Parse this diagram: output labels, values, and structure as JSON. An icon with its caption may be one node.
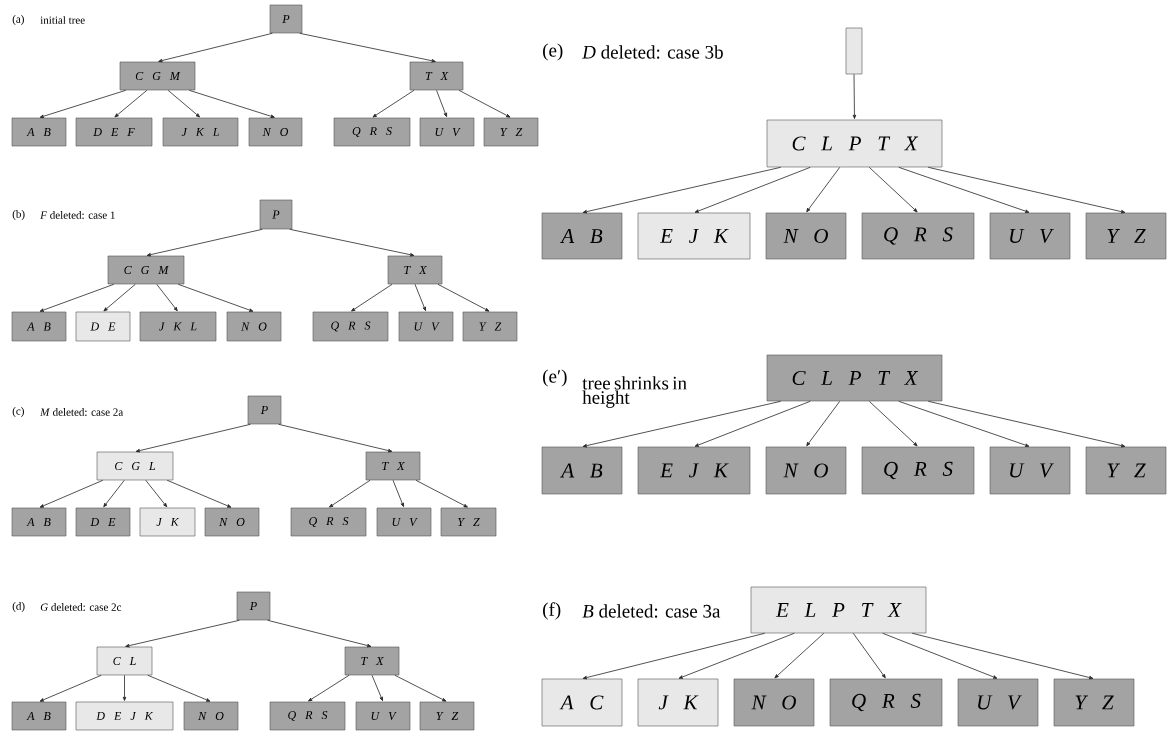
{
  "diagram": {
    "nodes": [
      {
        "text": [
          "P"
        ]
      },
      {
        "text": [
          "C G M"
        ]
      },
      {
        "text": [
          "T X"
        ]
      },
      {
        "text": [
          "A B"
        ]
      },
      {
        "text": [
          "D E F"
        ]
      },
      {
        "text": [
          "J K L"
        ]
      },
      {
        "text": [
          "N O"
        ]
      },
      {
        "text": [
          "Q R S"
        ]
      },
      {
        "text": [
          "U V"
        ]
      },
      {
        "text": [
          "Y Z"
        ]
      },
      {
        "text": [
          "P"
        ]
      },
      {
        "text": [
          "C G M"
        ]
      },
      {
        "text": [
          "T X"
        ]
      },
      {
        "text": [
          "A B"
        ]
      },
      {
        "text": [
          "D E"
        ]
      },
      {
        "text": [
          "J K L"
        ]
      },
      {
        "text": [
          "N O"
        ]
      },
      {
        "text": [
          "Q R S"
        ]
      },
      {
        "text": [
          "U V"
        ]
      },
      {
        "text": [
          "Y Z"
        ]
      },
      {
        "text": [
          "P"
        ]
      },
      {
        "text": [
          "C G L"
        ]
      },
      {
        "text": [
          "T X"
        ]
      },
      {
        "text": [
          "A B"
        ]
      },
      {
        "text": [
          "D E"
        ]
      },
      {
        "text": [
          "J K"
        ]
      },
      {
        "text": [
          "N O"
        ]
      },
      {
        "text": [
          "Q R S"
        ]
      },
      {
        "text": [
          "U V"
        ]
      },
      {
        "text": [
          "Y Z"
        ]
      },
      {
        "text": [
          "P"
        ]
      },
      {
        "text": [
          "C L"
        ]
      },
      {
        "text": [
          "T X"
        ]
      },
      {
        "text": [
          "A B"
        ]
      },
      {
        "text": [
          "D E J K"
        ]
      },
      {
        "text": [
          "N O"
        ]
      },
      {
        "text": [
          "Q R S"
        ]
      },
      {
        "text": [
          "U V"
        ]
      },
      {
        "text": [
          "Y Z"
        ]
      },
      {
        "text": [],
        "shape": "box"
      },
      {
        "text": [
          "C L P T X"
        ]
      },
      {
        "text": [
          "A B"
        ]
      },
      {
        "text": [
          "E J K"
        ]
      },
      {
        "text": [
          "N O"
        ]
      },
      {
        "text": [
          "Q R S"
        ]
      },
      {
        "text": [
          "U V"
        ]
      },
      {
        "text": [
          "Y Z"
        ]
      },
      {
        "text": [
          "C L P T X"
        ]
      },
      {
        "text": [
          "A B"
        ]
      },
      {
        "text": [
          "E J K"
        ]
      },
      {
        "text": [
          "N O"
        ]
      },
      {
        "text": [
          "Q R S"
        ]
      },
      {
        "text": [
          "U V"
        ]
      },
      {
        "text": [
          "Y Z"
        ]
      },
      {
        "text": [
          "E L P T X"
        ]
      },
      {
        "text": [
          "A C"
        ]
      },
      {
        "text": [
          "J K"
        ]
      },
      {
        "text": [
          "N O"
        ]
      },
      {
        "text": [
          "Q R S"
        ]
      },
      {
        "text": [
          "U V"
        ]
      },
      {
        "text": [
          "Y Z"
        ]
      }
    ],
    "edges": [
      {
        "from": 0,
        "to": 1,
        "arrow": "to"
      },
      {
        "from": 0,
        "to": 2,
        "arrow": "to"
      },
      {
        "from": 1,
        "to": 3,
        "arrow": "to"
      },
      {
        "from": 1,
        "to": 4,
        "arrow": "to"
      },
      {
        "from": 1,
        "to": 5,
        "arrow": "to"
      },
      {
        "from": 1,
        "to": 6,
        "arrow": "to"
      },
      {
        "from": 2,
        "to": 7,
        "arrow": "to"
      },
      {
        "from": 2,
        "to": 8,
        "arrow": "to"
      },
      {
        "from": 2,
        "to": 9,
        "arrow": "to"
      },
      {
        "from": 10,
        "to": 11,
        "arrow": "to"
      },
      {
        "from": 10,
        "to": 12,
        "arrow": "to"
      },
      {
        "from": 11,
        "to": 13,
        "arrow": "to"
      },
      {
        "from": 11,
        "to": 14,
        "arrow": "to"
      },
      {
        "from": 11,
        "to": 15,
        "arrow": "to"
      },
      {
        "from": 11,
        "to": 16,
        "arrow": "to"
      },
      {
        "from": 12,
        "to": 17,
        "arrow": "to"
      },
      {
        "from": 12,
        "to": 18,
        "arrow": "to"
      },
      {
        "from": 12,
        "to": 19,
        "arrow": "to"
      },
      {
        "from": 20,
        "to": 21,
        "arrow": "to"
      },
      {
        "from": 20,
        "to": 22,
        "arrow": "to"
      },
      {
        "from": 21,
        "to": 23,
        "arrow": "to"
      },
      {
        "from": 21,
        "to": 24,
        "arrow": "to"
      },
      {
        "from": 21,
        "to": 25,
        "arrow": "to"
      },
      {
        "from": 21,
        "to": 26,
        "arrow": "to"
      },
      {
        "from": 22,
        "to": 27,
        "arrow": "to"
      },
      {
        "from": 22,
        "to": 28,
        "arrow": "to"
      },
      {
        "from": 22,
        "to": 29,
        "arrow": "to"
      },
      {
        "from": 30,
        "to": 31,
        "arrow": "to"
      },
      {
        "from": 30,
        "to": 32,
        "arrow": "to"
      },
      {
        "from": 31,
        "to": 33,
        "arrow": "to"
      },
      {
        "from": 31,
        "to": 34,
        "arrow": "to"
      },
      {
        "from": 31,
        "to": 35,
        "arrow": "to"
      },
      {
        "from": 32,
        "to": 36,
        "arrow": "to"
      },
      {
        "from": 32,
        "to": 37,
        "arrow": "to"
      },
      {
        "from": 32,
        "to": 38,
        "arrow": "to"
      },
      {
        "from": 39,
        "to": 40,
        "arrow": "to"
      },
      {
        "from": 40,
        "to": 41,
        "arrow": "to"
      },
      {
        "from": 40,
        "to": 42,
        "arrow": "to"
      },
      {
        "from": 40,
        "to": 43,
        "arrow": "to"
      },
      {
        "from": 40,
        "to": 44,
        "arrow": "to"
      },
      {
        "from": 40,
        "to": 45,
        "arrow": "to"
      },
      {
        "from": 40,
        "to": 46,
        "arrow": "to"
      },
      {
        "from": 47,
        "to": 48,
        "arrow": "to"
      },
      {
        "from": 47,
        "to": 49,
        "arrow": "to"
      },
      {
        "from": 47,
        "to": 50,
        "arrow": "to"
      },
      {
        "from": 47,
        "to": 51,
        "arrow": "to"
      },
      {
        "from": 47,
        "to": 52,
        "arrow": "to"
      },
      {
        "from": 47,
        "to": 53,
        "arrow": "to"
      },
      {
        "from": 54,
        "to": 55,
        "arrow": "to"
      },
      {
        "from": 54,
        "to": 56,
        "arrow": "to"
      },
      {
        "from": 54,
        "to": 57,
        "arrow": "to"
      },
      {
        "from": 54,
        "to": 58,
        "arrow": "to"
      },
      {
        "from": 54,
        "to": 59,
        "arrow": "to"
      },
      {
        "from": 54,
        "to": 60,
        "arrow": "to"
      }
    ],
    "labels": [
      "(a)",
      "initial tree",
      "(b)",
      "*F* deleted: case 1",
      "(c)",
      "*M* deleted: case 2a",
      "(d)",
      "*G* deleted: case 2c",
      "(e)",
      "*D* deleted: case 3b",
      "(e′)",
      "tree shrinks in height",
      "(f)",
      "*B* deleted: case 3a"
    ]
  }
}
